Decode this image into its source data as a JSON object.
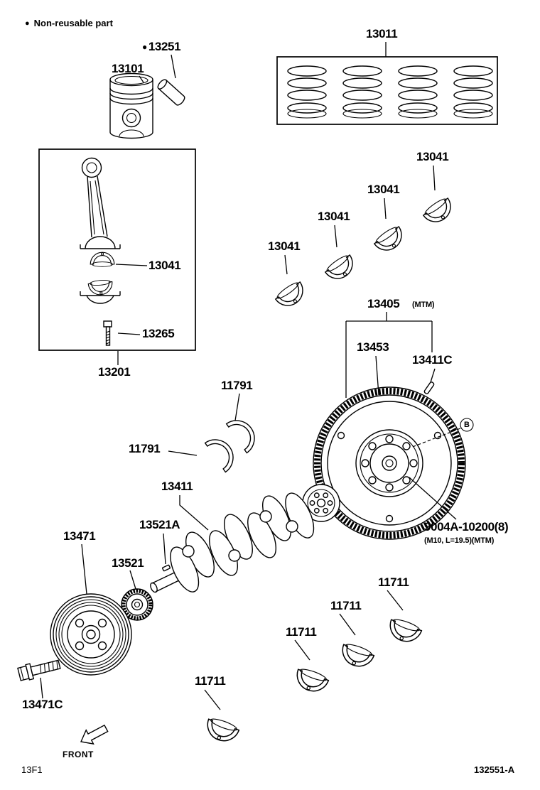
{
  "legend": {
    "bullet": "●",
    "non_reusable": "Non-reusable part"
  },
  "callouts": {
    "b": "B"
  },
  "parts": {
    "piston": {
      "number": "13101"
    },
    "piston_pin": {
      "number": "13251",
      "non_reusable": "●"
    },
    "piston_ring_set": {
      "number": "13011"
    },
    "connecting_rod_bearing": {
      "number": "13041"
    },
    "connecting_rod_bolt": {
      "number": "13265"
    },
    "connecting_rod_sub_assembly": {
      "number": "13201"
    },
    "crankshaft_thrust_washer": {
      "number": "11791"
    },
    "flywheel": {
      "number": "13405",
      "note": "(MTM)"
    },
    "flywheel_ring_gear": {
      "number": "13453"
    },
    "flywheel_dowel_pin": {
      "number": "13411C"
    },
    "crankshaft": {
      "number": "13411"
    },
    "crankshaft_key": {
      "number": "13521A"
    },
    "crankshaft_timing_gear": {
      "number": "13521"
    },
    "crankshaft_pulley": {
      "number": "13471"
    },
    "crankshaft_pulley_bolt": {
      "number": "13471C"
    },
    "flywheel_bolt": {
      "number": "9004A-10200(8)",
      "spec": "(M10, L=19.5)(MTM)"
    },
    "crankshaft_bearing": {
      "number": "11711"
    }
  },
  "footer": {
    "front_label": "FRONT",
    "drawing_code": "13F1",
    "figure_number": "132551-A"
  }
}
